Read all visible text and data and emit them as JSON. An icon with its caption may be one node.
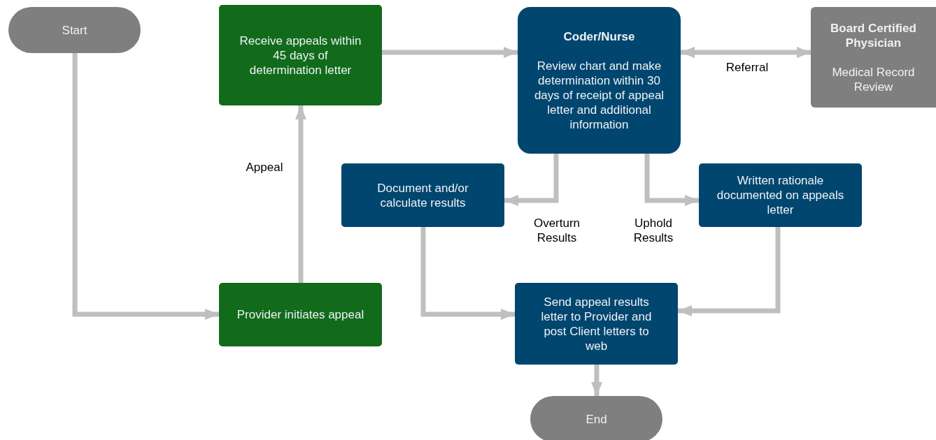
{
  "diagram": {
    "nodes": [
      {
        "text": [
          "Start"
        ]
      },
      {
        "text": [
          "Receive appeals within 45 days of determination letter"
        ]
      },
      {
        "text": [
          "Coder/Nurse",
          "Review chart and make determination within 30 days of receipt of appeal letter and additional information"
        ]
      },
      {
        "text": [
          "Board Certified Physician",
          "Medical Record Review"
        ]
      },
      {
        "text": [
          "Document and/or calculate results"
        ]
      },
      {
        "text": [
          "Written rationale documented on appeals letter"
        ]
      },
      {
        "text": [
          "Provider initiates appeal"
        ]
      },
      {
        "text": [
          "Send appeal results letter to Provider and post Client letters to web"
        ]
      },
      {
        "text": [
          "End"
        ]
      }
    ],
    "edges": [
      {
        "from": 0,
        "to": 6,
        "arrow": "to"
      },
      {
        "from": 6,
        "to": 1,
        "arrow": "to",
        "label": "Appeal"
      },
      {
        "from": 1,
        "to": 2,
        "arrow": "to"
      },
      {
        "from": 2,
        "to": 3,
        "arrow": "both",
        "label": "Referral"
      },
      {
        "from": 2,
        "to": 4,
        "arrow": "to",
        "label": "Overturn Results"
      },
      {
        "from": 2,
        "to": 5,
        "arrow": "to",
        "label": "Uphold Results"
      },
      {
        "from": 4,
        "to": 7,
        "arrow": "to"
      },
      {
        "from": 5,
        "to": 7,
        "arrow": "to"
      },
      {
        "from": 7,
        "to": 8,
        "arrow": "to"
      }
    ]
  }
}
